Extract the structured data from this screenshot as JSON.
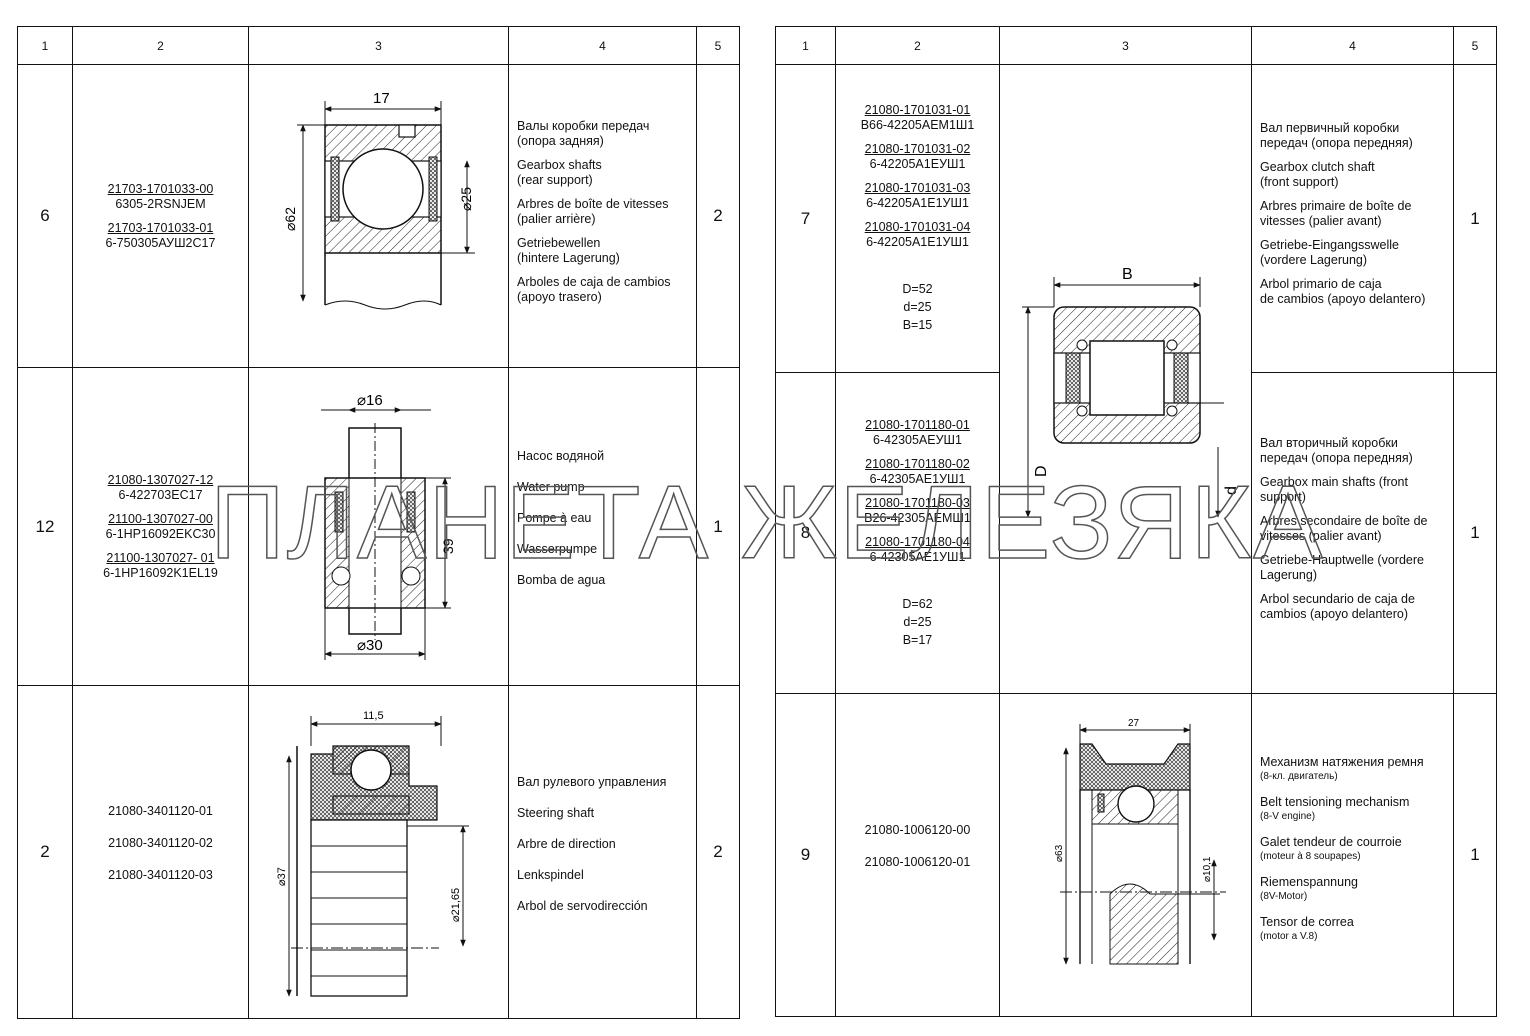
{
  "header": [
    "1",
    "2",
    "3",
    "4",
    "5"
  ],
  "left_rows": [
    {
      "num": "6",
      "parts": [
        {
          "code": "21703-1701033-00",
          "spec": "6305-2RSNJEM"
        },
        {
          "code": "21703-1701033-01",
          "spec": "6-750305АУШ2С17"
        }
      ],
      "dims_labels": {
        "width": "17",
        "outer": "⌀62",
        "inner": "⌀25"
      },
      "desc": [
        "Валы коробки передач\n(опора задняя)",
        "Gearbox shafts\n(rear support)",
        "Arbres de boîte de vitesses\n(palier arrière)",
        "Getriebewellen\n(hintere Lagerung)",
        "Arboles de caja de cambios\n(apoyo trasero)"
      ],
      "qty": "2"
    },
    {
      "num": "12",
      "parts": [
        {
          "code": "21080-1307027-12",
          "spec": "6-422703ЕС17"
        },
        {
          "code": "21100-1307027-00",
          "spec": "6-1HP16092EKC30"
        },
        {
          "code": "21100-1307027- 01",
          "spec": "6-1HP16092K1EL19"
        }
      ],
      "dims_labels": {
        "top": "⌀16",
        "height": "39",
        "bottom": "⌀30"
      },
      "desc": [
        "Насос водяной",
        "Water pump",
        "Pompe à eau",
        "Wasserpumpe",
        "Bomba de agua"
      ],
      "qty": "1"
    },
    {
      "num": "2",
      "parts_plain": [
        "21080-3401120-01",
        "21080-3401120-02",
        "21080-3401120-03"
      ],
      "dims_labels": {
        "width": "11,5",
        "outer": "⌀37",
        "inner": "⌀21,65"
      },
      "desc": [
        "Вал рулевого управления",
        "Steering  shaft",
        "Arbre de direction",
        "Lenkspindel",
        "Arbol de servodirección"
      ],
      "qty": "2"
    }
  ],
  "right_rows": [
    {
      "num": "7",
      "parts": [
        {
          "code": "21080-1701031-01",
          "spec": "В66-42205АЕМ1Ш1"
        },
        {
          "code": "21080-1701031-02",
          "spec": "6-42205А1ЕУШ1"
        },
        {
          "code": "21080-1701031-03",
          "spec": "6-42205А1Е1УШ1"
        },
        {
          "code": "21080-1701031-04",
          "spec": "6-42205А1Е1УШ1"
        }
      ],
      "dims": [
        "D=52",
        "d=25",
        "B=15"
      ],
      "desc": [
        "Вал первичный коробки\nпередач (опора передняя)",
        "Gearbox clutch shaft\n(front support)",
        "Arbres primaire de boîte de\nvitesses (palier avant)",
        "Getriebe-Eingangsswelle\n(vordere Lagerung)",
        "Arbol primario de caja\nde cambios (apoyo delantero)"
      ],
      "qty": "1"
    },
    {
      "num": "8",
      "parts": [
        {
          "code": "21080-1701180-01",
          "spec": "6-42305АЕУШ1"
        },
        {
          "code": "21080-1701180-02",
          "spec": "6-42305АЕ1УШ1"
        },
        {
          "code": "21080-1701180-03",
          "spec": "В26-42305АЕМШ1"
        },
        {
          "code": "21080-1701180-04",
          "spec": "6-42305АЕ1УШ1"
        }
      ],
      "dims": [
        "D=62",
        "d=25",
        "B=17"
      ],
      "desc": [
        "Вал вторичный коробки\nпередач (опора передняя)",
        "Gearbox main shafts (front\nsupport)",
        "Arbres secondaire de boîte de\nvitesses (palier avant)",
        "Getriebe-Hauptwelle (vordere\nLagerung)",
        "Arbol secundario de caja de\ncambios (apoyo delantero)"
      ],
      "qty": "1"
    },
    {
      "num": "9",
      "parts_plain": [
        "21080-1006120-00",
        "21080-1006120-01"
      ],
      "dims_labels": {
        "width": "27",
        "outer": "⌀63",
        "inner": "⌀10,1"
      },
      "desc": [
        {
          "t": "Механизм натяжения ремня",
          "n": "(8-кл. двигатель)"
        },
        {
          "t": "Belt tensioning mechanism",
          "n": "(8-V engine)"
        },
        {
          "t": "Galet tendeur de courroie",
          "n": "(moteur à 8 soupapes)"
        },
        {
          "t": "Riemenspannung",
          "n": "(8V-Motor)"
        },
        {
          "t": "Tensor de correa",
          "n": "(motor a V.8)"
        }
      ],
      "qty": "1"
    }
  ],
  "shared_fig_labels": {
    "B": "B",
    "D": "D",
    "d": "d"
  },
  "watermark": "ПЛАНЕТА ЖЕЛЕЗЯКА"
}
